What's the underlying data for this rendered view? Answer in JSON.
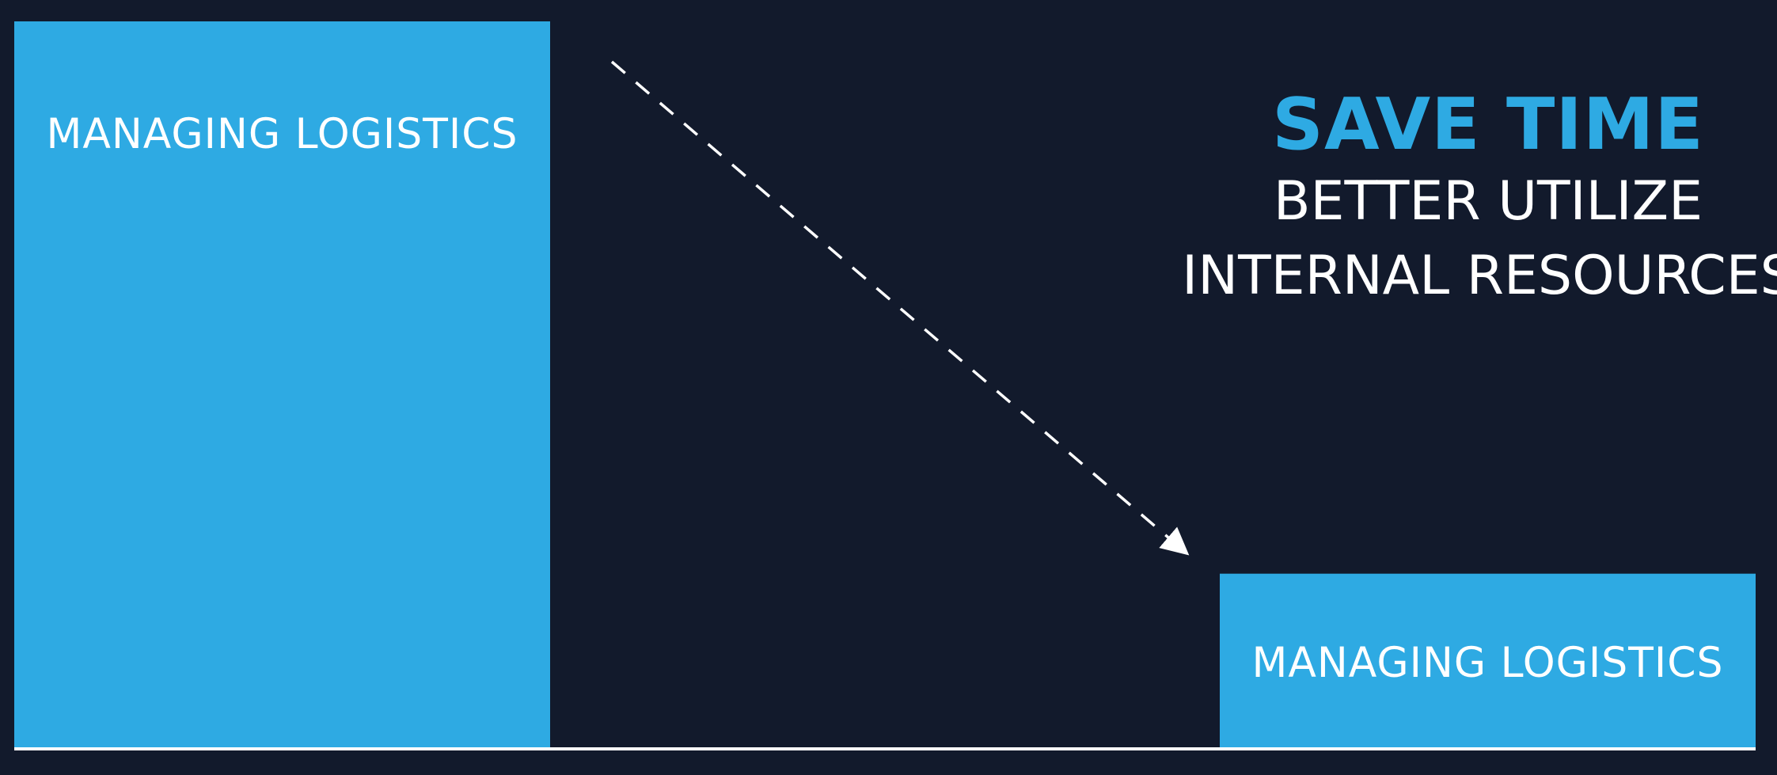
{
  "colors": {
    "background": "#121a2c",
    "bar": "#2eaae3",
    "baseline": "#ffffff",
    "arrow": "#ffffff",
    "accent_text": "#2eaae3",
    "text": "#ffffff"
  },
  "headline": {
    "primary": "SAVE TIME",
    "line1": "BETTER UTILIZE",
    "line2": "INTERNAL RESOURCES"
  },
  "chart_data": {
    "type": "bar",
    "categories": [
      "",
      ""
    ],
    "values": [
      100,
      24
    ],
    "bar_labels": [
      "MANAGING LOGISTICS",
      "MANAGING LOGISTICS"
    ],
    "ylim": [
      0,
      100
    ],
    "grid": false,
    "annotations": [
      {
        "type": "dashed-arrow",
        "from_bar": 0,
        "to_bar": 1
      }
    ]
  }
}
